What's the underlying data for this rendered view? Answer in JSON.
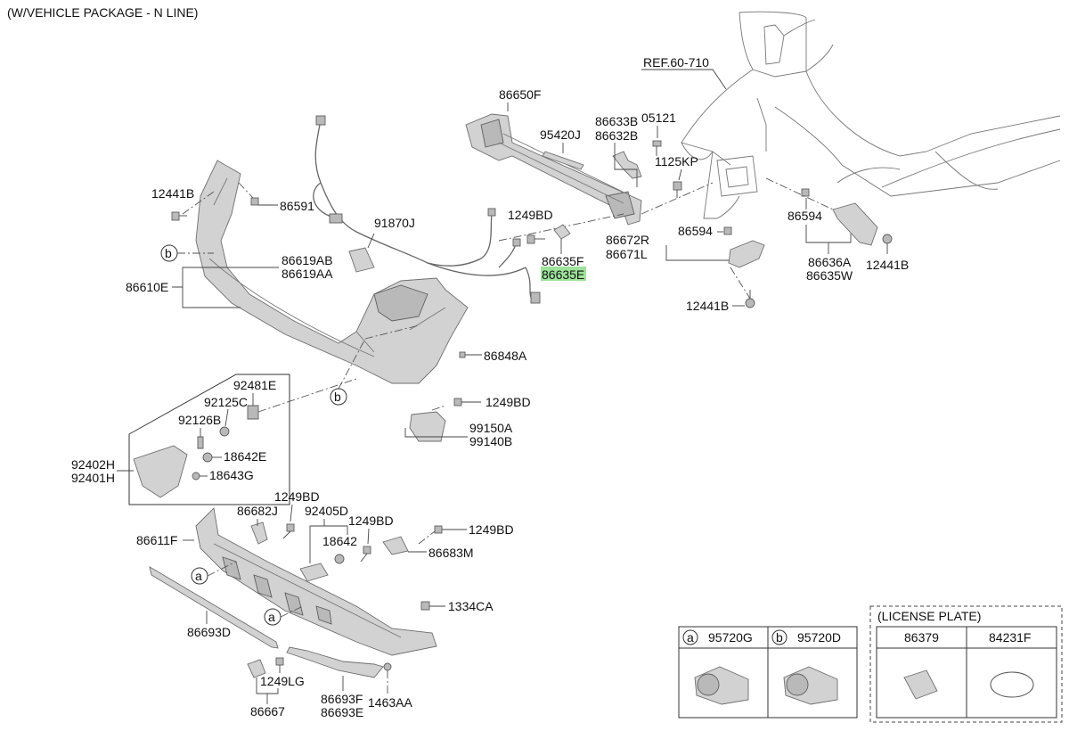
{
  "title": "(W/VEHICLE PACKAGE - N LINE)",
  "reference": "REF.60-710",
  "highlight_color": "#9ee39a",
  "labels": {
    "p86650F": "86650F",
    "p95420J": "95420J",
    "p86633B": "86633B",
    "p86632B": "86632B",
    "p05121": "05121",
    "p1125KP": "1125KP",
    "p12441B_a": "12441B",
    "p86591": "86591",
    "p91870J": "91870J",
    "p1249BD_a": "1249BD",
    "p86635F": "86635F",
    "p86635E": "86635E",
    "p86672R": "86672R",
    "p86671L": "86671L",
    "p86594_a": "86594",
    "p86594_b": "86594",
    "p86636A": "86636A",
    "p86635W": "86635W",
    "p12441B_b": "12441B",
    "p12441B_c": "12441B",
    "p86619AB": "86619AB",
    "p86619AA": "86619AA",
    "p86610E": "86610E",
    "p86848A": "86848A",
    "p92481E": "92481E",
    "p92125C": "92125C",
    "p92126B": "92126B",
    "p18642E": "18642E",
    "p18643G": "18643G",
    "p92402H": "92402H",
    "p92401H": "92401H",
    "p1249BD_b": "1249BD",
    "p99150A": "99150A",
    "p99140B": "99140B",
    "p1249BD_c": "1249BD",
    "p86682J": "86682J",
    "p92405D": "92405D",
    "p1249BD_d": "1249BD",
    "p1249BD_e": "1249BD",
    "p18642": "18642",
    "p86611F": "86611F",
    "p86683M": "86683M",
    "p1334CA": "1334CA",
    "p86693D": "86693D",
    "p1249LG": "1249LG",
    "p86667": "86667",
    "p86693F": "86693F",
    "p86693E": "86693E",
    "p1463AA": "1463AA"
  },
  "callouts": {
    "b": "b",
    "a": "a"
  },
  "sensor_table": {
    "cols": [
      {
        "marker": "a",
        "part": "95720G"
      },
      {
        "marker": "b",
        "part": "95720D"
      }
    ]
  },
  "license_plate": {
    "heading": "(LICENSE PLATE)",
    "cols": [
      "86379",
      "84231F"
    ]
  }
}
